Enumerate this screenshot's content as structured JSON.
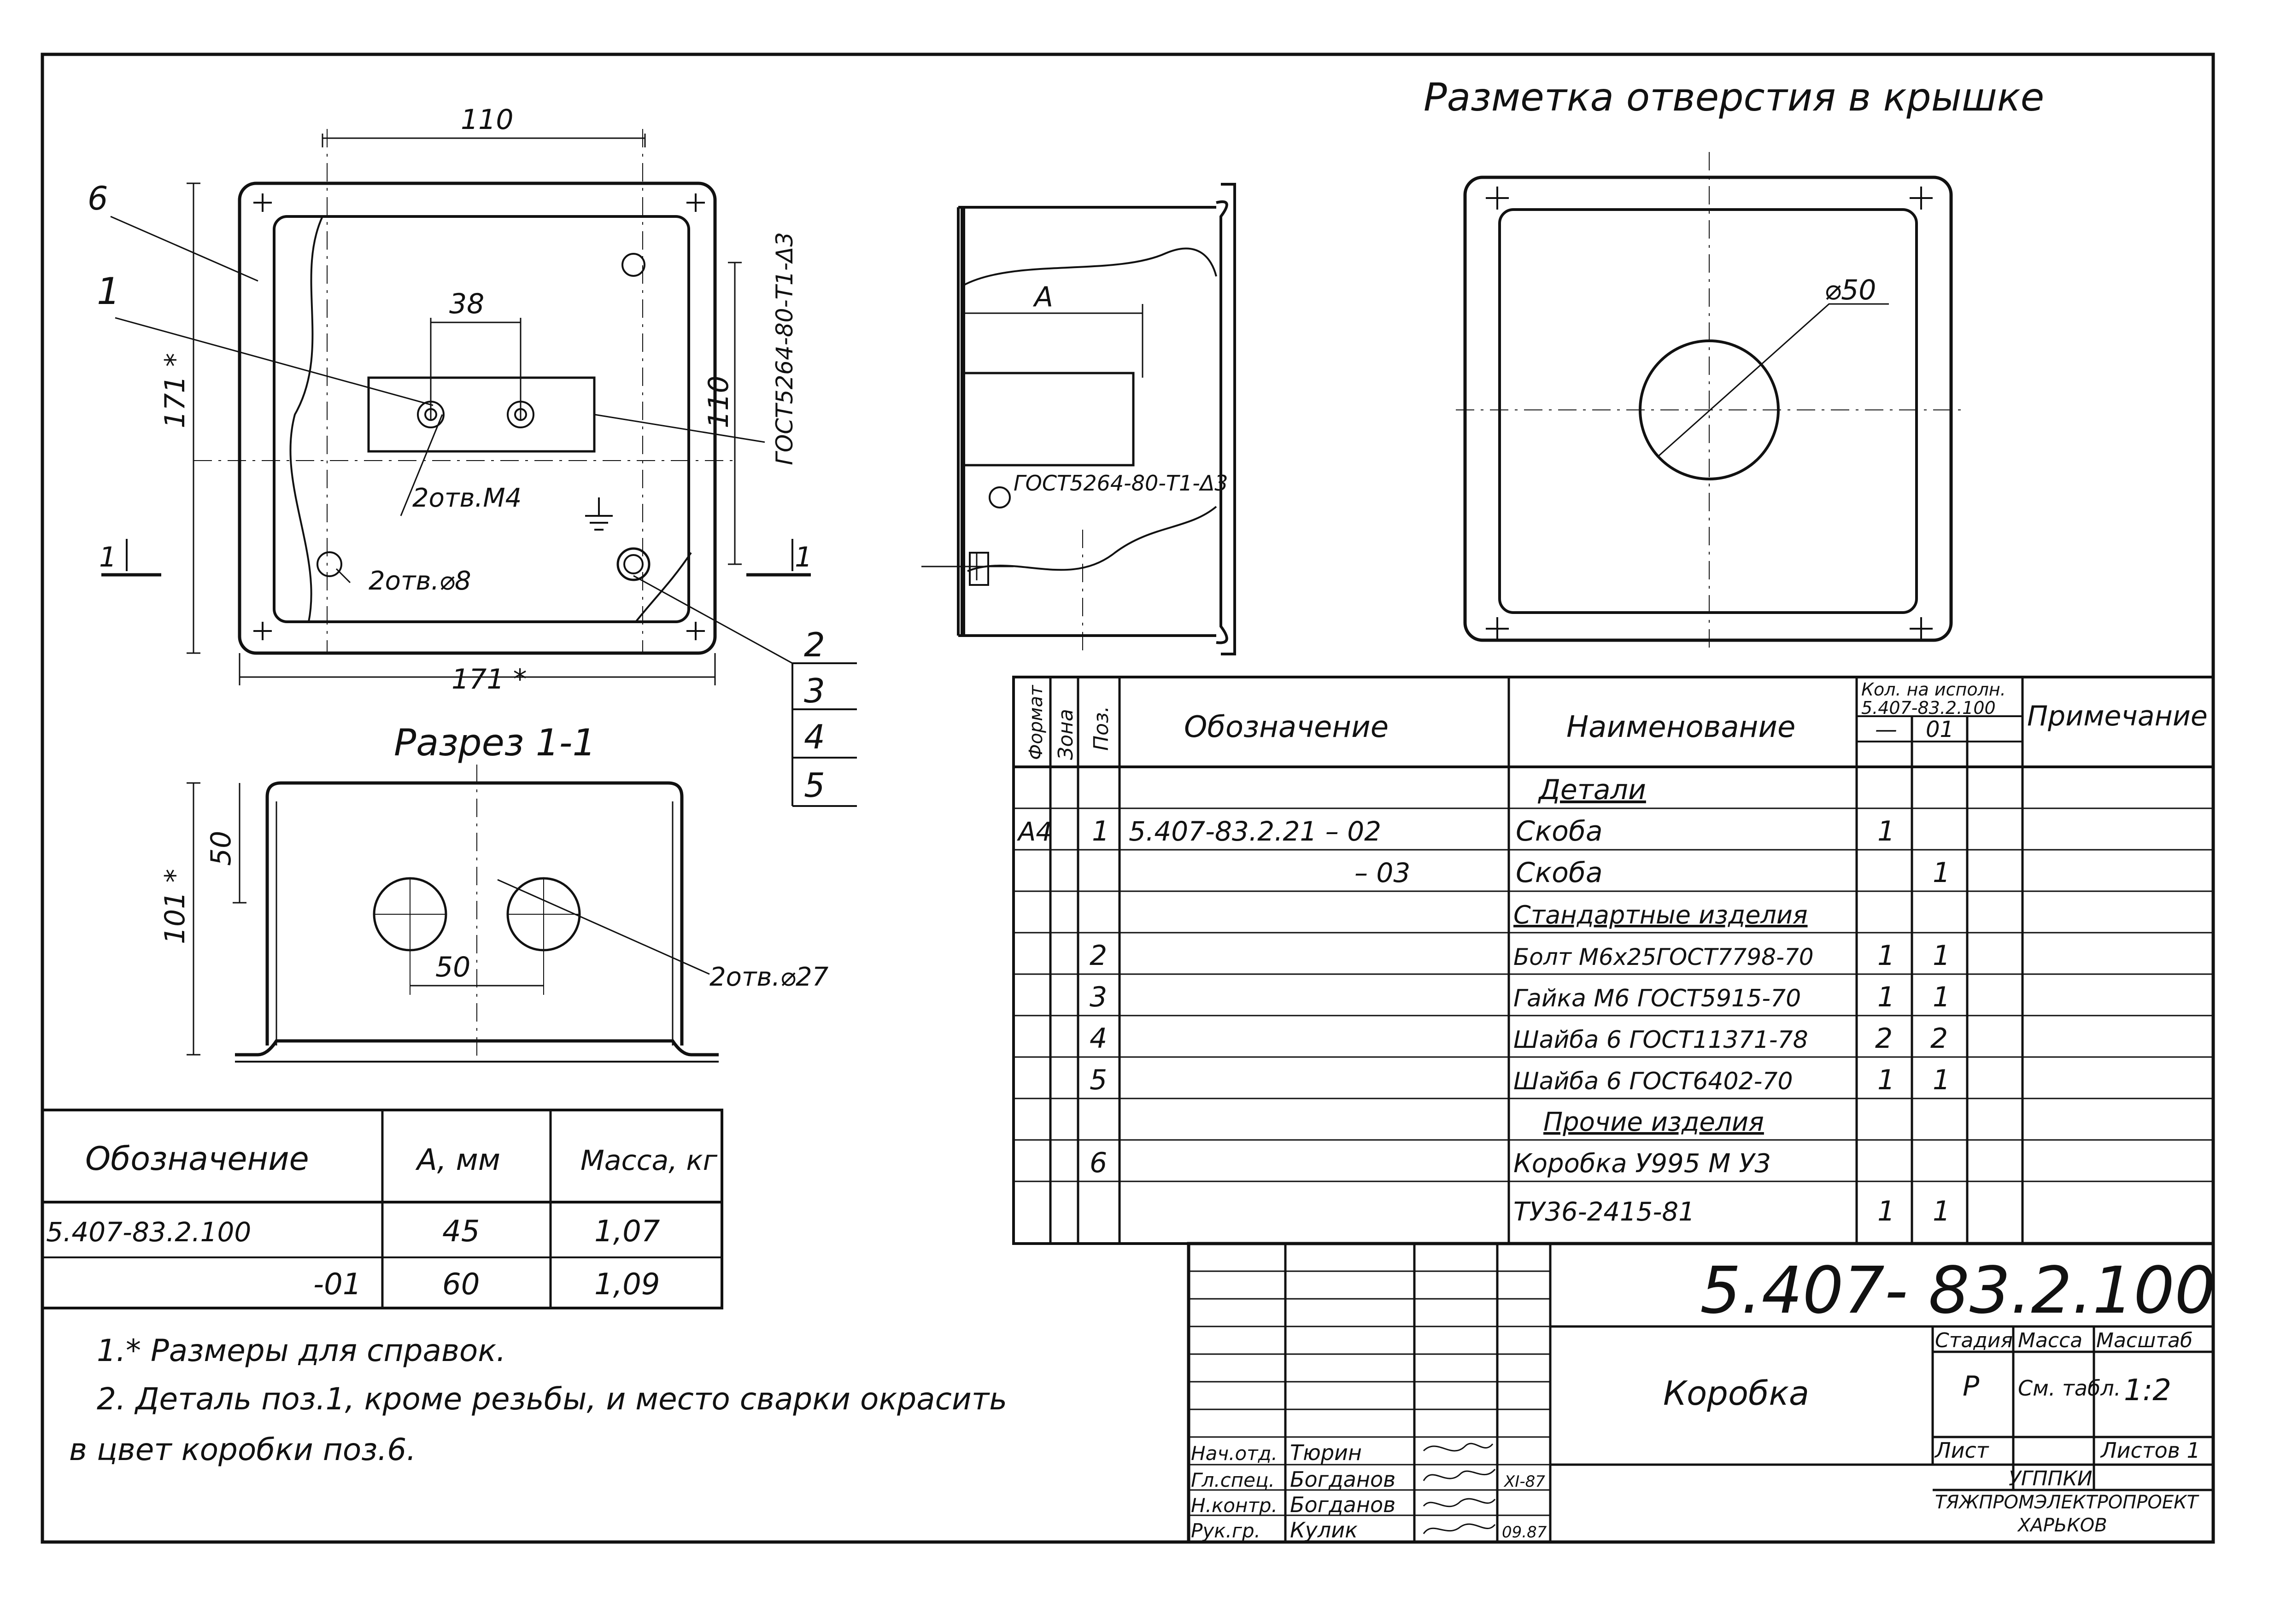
{
  "views": {
    "cover_title": "Разметка отверстия в крышке",
    "section_title": "Разрез 1-1",
    "dims": {
      "top_width": "110",
      "bracket_width": "38",
      "height_left": "171 *",
      "height_inner": "110",
      "bottom_width": "171 *",
      "section_height": "101 *",
      "section_top": "50",
      "section_holes_spacing": "50",
      "side_a": "A",
      "diameter": "⌀50"
    },
    "callouts": {
      "c6": "6",
      "c1": "1",
      "c2": "2",
      "c3": "3",
      "c4": "4",
      "c5": "5",
      "holes_m4": "2отв.М4",
      "holes_d8": "2отв.⌀8",
      "holes_d27": "2отв.⌀27",
      "weld_front": "ГОСТ5264-80-Т1-Δ3",
      "weld_side": "ГОСТ5264-80-Т1-Δ3",
      "section_mark": "1"
    }
  },
  "spec_table": {
    "headers": {
      "format": "Формат",
      "zone": "Зона",
      "pos": "Поз.",
      "designation": "Обозначение",
      "name": "Наименование",
      "qty_title_line1": "Кол. на исполн.",
      "qty_title_line2": "5.407-83.2.100",
      "qty_col1": "—",
      "qty_col2": "01",
      "note": "Примечание"
    },
    "rows": [
      {
        "format": "",
        "pos": "",
        "designation": "",
        "name": "Детали",
        "q1": "",
        "q2": "",
        "section": true
      },
      {
        "format": "А4",
        "pos": "1",
        "designation": "5.407-83.2.21 –   02",
        "name": "Скоба",
        "q1": "1",
        "q2": ""
      },
      {
        "format": "",
        "pos": "",
        "designation": "–   03",
        "name": "Скоба",
        "q1": "",
        "q2": "1"
      },
      {
        "format": "",
        "pos": "",
        "designation": "",
        "name": "Стандартные изделия",
        "q1": "",
        "q2": "",
        "section": true
      },
      {
        "format": "",
        "pos": "2",
        "designation": "",
        "name": "Болт М6х25ГОСТ7798-70",
        "q1": "1",
        "q2": "1"
      },
      {
        "format": "",
        "pos": "3",
        "designation": "",
        "name": "Гайка М6 ГОСТ5915-70",
        "q1": "1",
        "q2": "1"
      },
      {
        "format": "",
        "pos": "4",
        "designation": "",
        "name": "Шайба 6 ГОСТ11371-78",
        "q1": "2",
        "q2": "2"
      },
      {
        "format": "",
        "pos": "5",
        "designation": "",
        "name": "Шайба 6 ГОСТ6402-70",
        "q1": "1",
        "q2": "1"
      },
      {
        "format": "",
        "pos": "",
        "designation": "",
        "name": "Прочие изделия",
        "q1": "",
        "q2": "",
        "section": true
      },
      {
        "format": "",
        "pos": "6",
        "designation": "",
        "name": "Коробка У995 М У3",
        "q1": "",
        "q2": ""
      },
      {
        "format": "",
        "pos": "",
        "designation": "",
        "name": "ТУ36-2415-81",
        "q1": "1",
        "q2": "1"
      }
    ]
  },
  "variants_table": {
    "headers": [
      "Обозначение",
      "А, мм",
      "Масса, кг"
    ],
    "rows": [
      [
        "5.407-83.2.100",
        "45",
        "1,07"
      ],
      [
        "-01",
        "60",
        "1,09"
      ]
    ]
  },
  "notes": {
    "note1": "1.* Размеры для справок.",
    "note2": "2. Деталь поз.1, кроме резьбы, и место сварки окрасить",
    "note3": "в цвет коробки поз.6."
  },
  "title_block": {
    "doc_number": "5.407- 83.2.100",
    "item_name": "Коробка",
    "stage_label": "Стадия",
    "mass_label": "Масса",
    "scale_label": "Масштаб",
    "stage": "Р",
    "mass": "См. табл.",
    "scale": "1:2",
    "sheet_label": "Лист",
    "sheets_label": "Листов 1",
    "org_line1": "УГППКИ",
    "org_line2": "ТЯЖПРОМЭЛЕКТРОПРОЕКТ",
    "org_line3": "ХАРЬКОВ",
    "signatures": [
      {
        "role": "Нач.отд.",
        "name": "Тюрин",
        "date": ""
      },
      {
        "role": "Гл.спец.",
        "name": "Богданов",
        "date": "XI-87"
      },
      {
        "role": "Н.контр.",
        "name": "Богданов",
        "date": ""
      },
      {
        "role": "Рук.гр.",
        "name": "Кулик",
        "date": "09.87"
      }
    ]
  }
}
